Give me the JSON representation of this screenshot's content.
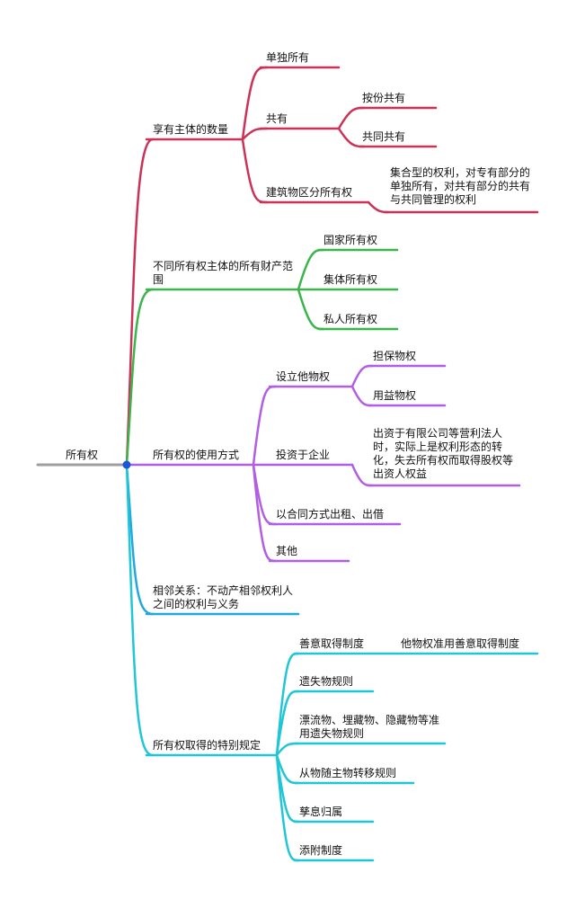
{
  "mindmap": {
    "root": "所有权",
    "colors": {
      "root": "#9e9e9e",
      "quantity": "#cc3158",
      "scope": "#3bb54a",
      "use": "#b15ee5",
      "neighbor": "#22a8e0",
      "special": "#1fc7d6",
      "node": "#1a56db"
    },
    "quantity": {
      "label": "享有主体的数量",
      "sole": "单独所有",
      "co": "共有",
      "co_share": "按份共有",
      "co_joint": "共同共有",
      "building": "建筑物区分所有权",
      "building_note": "集合型的权利，对专有部分的单独所有，对共有部分的共有与共同管理的权利"
    },
    "scope": {
      "label": "不同所有权主体的所有财产范围",
      "state": "国家所有权",
      "collective": "集体所有权",
      "private": "私人所有权"
    },
    "use": {
      "label": "所有权的使用方式",
      "other_rights": "设立他物权",
      "security": "担保物权",
      "usufruct": "用益物权",
      "invest": "投资于企业",
      "invest_note": "出资于有限公司等营利法人时，实际上是权利形态的转化，失去所有权而取得股权等出资人权益",
      "lease": "以合同方式出租、出借",
      "others": "其他"
    },
    "neighbor": {
      "label": "相邻关系：不动产相邻权利人之间的权利与义务"
    },
    "special": {
      "label": "所有权取得的特别规定",
      "good_faith": "善意取得制度",
      "good_faith_note": "他物权准用善意取得制度",
      "lost": "遗失物规则",
      "drift": "漂流物、埋藏物、隐藏物等准用遗失物规则",
      "accessory": "从物随主物转移规则",
      "fruits": "孳息归属",
      "accession": "添附制度"
    }
  }
}
